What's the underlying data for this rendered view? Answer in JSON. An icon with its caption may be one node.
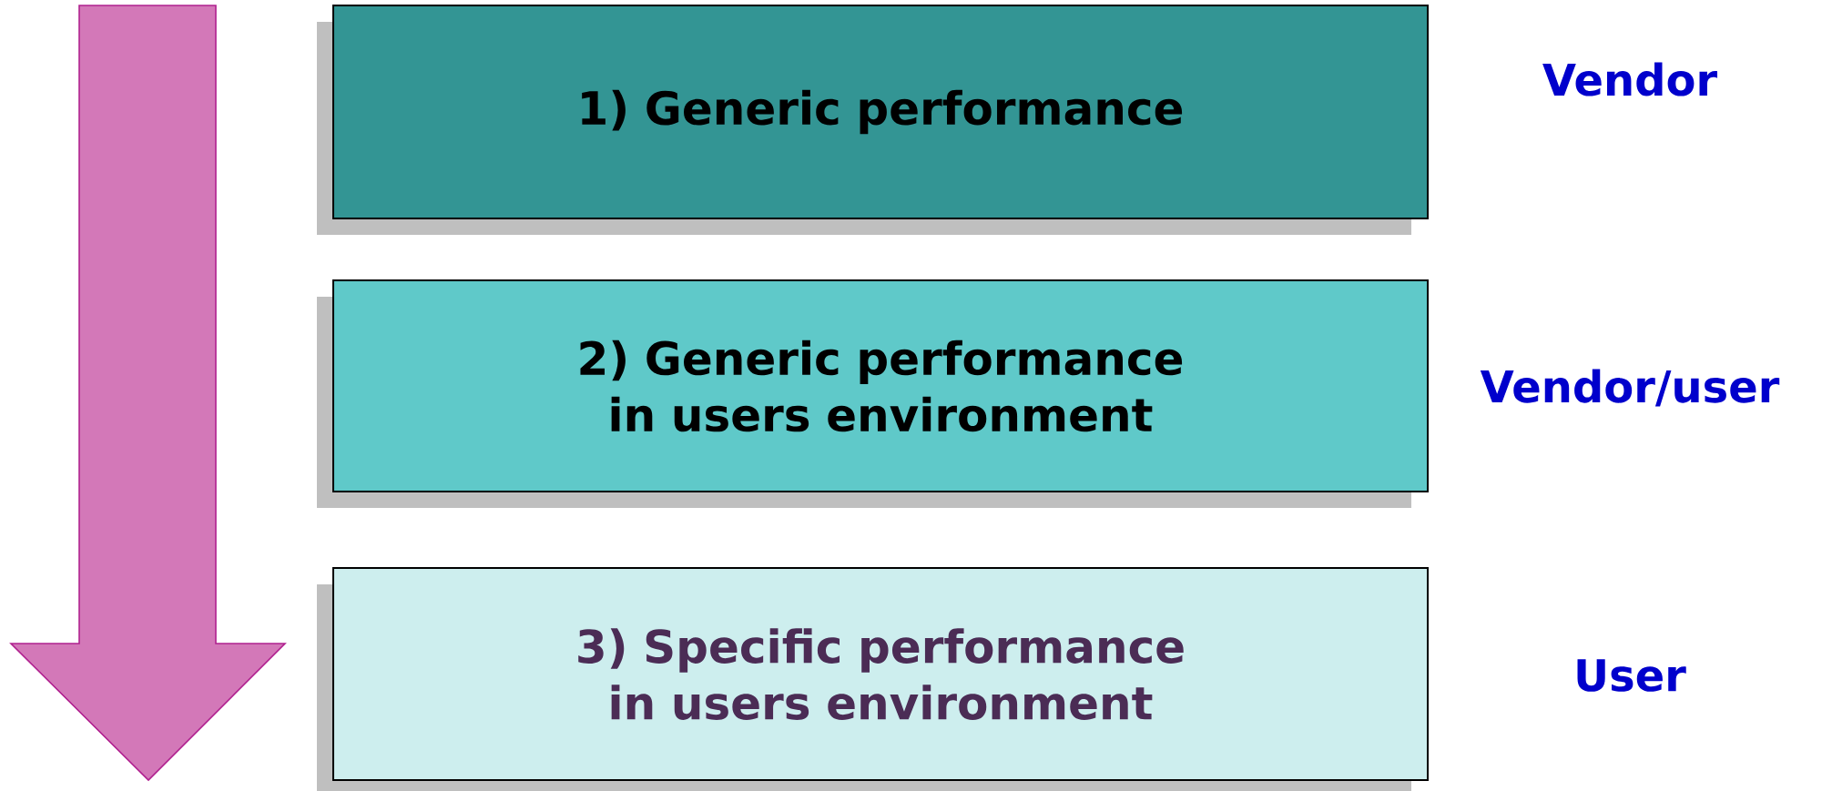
{
  "diagram": {
    "nodes": [
      {
        "text": [
          "1) Generic performance"
        ],
        "beside": [
          "Vendor"
        ]
      },
      {
        "text": [
          "2) Generic performance in users environment"
        ],
        "beside": [
          "Vendor/user"
        ]
      },
      {
        "text": [
          "3) Specific performance in users environment"
        ],
        "beside": [
          "User"
        ]
      }
    ]
  }
}
